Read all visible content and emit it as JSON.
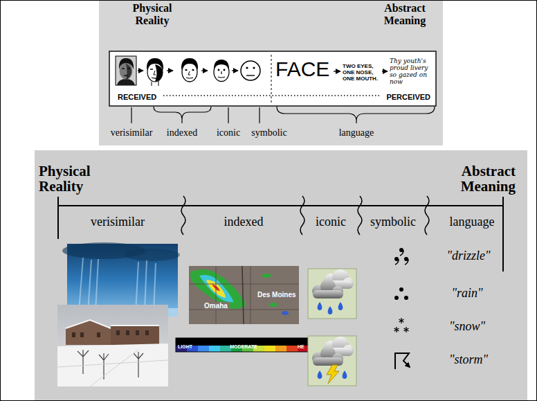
{
  "diagram": {
    "nodes": [
      {
        "text": [
          "Physical Reality",
          "Abstract Meaning",
          "verisimilar",
          "indexed",
          "iconic",
          "symbolic",
          "language"
        ]
      },
      {
        "text": [
          "FACE",
          "TWO EYES, ONE NOSE, ONE MOUTH.",
          "Thy youth's proud livery so gazed on now",
          "RECEIVED",
          "PERCEIVED"
        ],
        "in": 0
      },
      {
        "text": [
          "Physical Reality",
          "Abstract Meaning",
          "verisimilar",
          "indexed",
          "iconic",
          "symbolic",
          "language",
          "\"drizzle\"",
          "\"rain\"",
          "\"snow\"",
          "\"storm\""
        ]
      }
    ],
    "labels": [
      "Omaha",
      "Des Moines",
      "LIGHT",
      "MODERATE",
      "HE"
    ]
  }
}
